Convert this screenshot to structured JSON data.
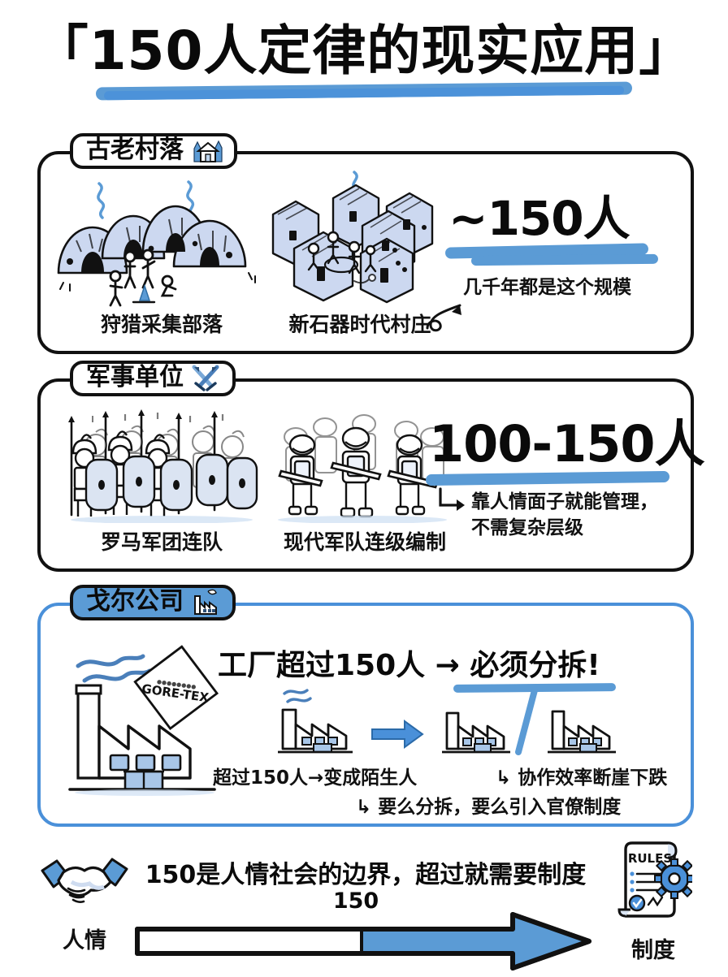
{
  "title": {
    "text": "「150人定律的现实应用」"
  },
  "sections": [
    {
      "id": "ancient-villages",
      "badge_label": "古老村落",
      "badge_icon": "house-trees-icon",
      "items": [
        {
          "caption": "狩猎采集部落",
          "icon": "hut-village-icon"
        },
        {
          "caption": "新石器时代村庄",
          "icon": "neolithic-village-icon"
        }
      ],
      "figure": "~150人",
      "note": "几千年都是这个规模"
    },
    {
      "id": "military-units",
      "badge_label": "军事单位",
      "badge_icon": "crossed-swords-icon",
      "items": [
        {
          "caption": "罗马军团连队",
          "icon": "roman-legion-icon"
        },
        {
          "caption": "现代军队连级编制",
          "icon": "modern-soldiers-icon"
        }
      ],
      "figure": "100-150人",
      "note_line1": "靠人情面子就能管理，",
      "note_line2": "不需复杂层级"
    },
    {
      "id": "gore-company",
      "badge_label": "戈尔公司",
      "badge_icon": "factory-icon",
      "headline": "工厂超过150人 → 必须分拆!",
      "factory_sign": "GORE-TEX",
      "sub_left": "超过150人→变成陌生人",
      "sub_right": "↳ 协作效率断崖下跌",
      "sub_bottom": "↳ 要么分拆，要么引入官僚制度"
    }
  ],
  "bottom": {
    "statement": "150是人情社会的边界，超过就需要制度",
    "marker": "150",
    "left_icon": "handshake-icon",
    "left_label": "人情",
    "right_icon": "rules-document-gear-icon",
    "right_label": "制度",
    "rules_text": "RULES"
  },
  "colors": {
    "accent_blue": "#5b9bd5",
    "deep_blue": "#4a90d9",
    "ink": "#0a0a0a",
    "fill_light": "#c9d6ef"
  }
}
